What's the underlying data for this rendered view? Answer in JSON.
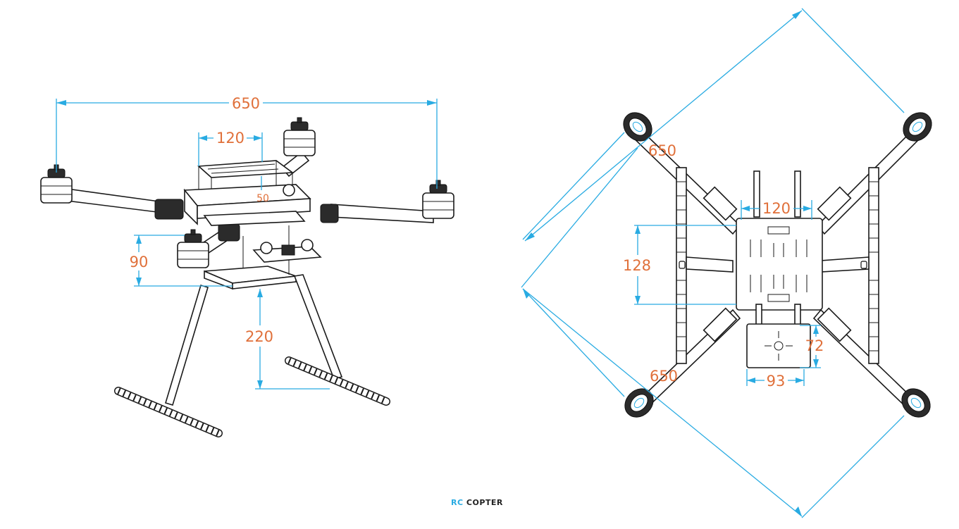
{
  "colors": {
    "dimension_line": "#29abe2",
    "dimension_text": "#e0703a",
    "drawing": "#1a1a1a"
  },
  "perspective_view": {
    "dims": {
      "span": "650",
      "top_plate_width": "120",
      "plate_gap": "50",
      "motor_height": "90",
      "landing_gear_height": "220"
    }
  },
  "top_view": {
    "dims": {
      "diagonal_upper": "650",
      "diagonal_lower": "650",
      "plate_width": "120",
      "plate_length": "128",
      "mount_length": "72",
      "mount_width": "93"
    }
  },
  "logo": {
    "prefix": "RC",
    "suffix": "COPTER"
  }
}
